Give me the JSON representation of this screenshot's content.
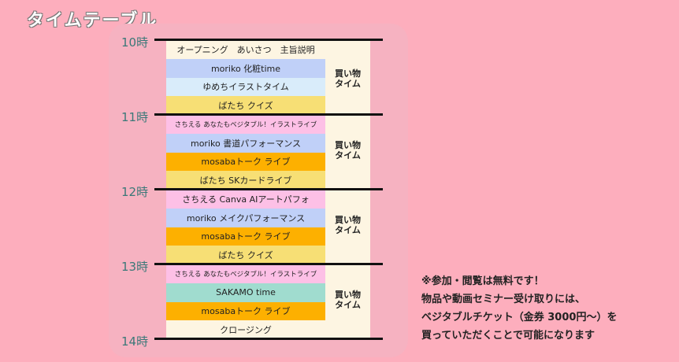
{
  "title": "タイムテーブル",
  "hours": [
    "10時",
    "11時",
    "12時",
    "13時",
    "14時"
  ],
  "shopping_label": [
    "買い物",
    "タイム"
  ],
  "rows": [
    {
      "label": "オープニング　あいさつ　主旨説明",
      "color": "#fdf5e2"
    },
    {
      "label": "moriko 化粧time",
      "color": "#c0d0f8"
    },
    {
      "label": "ゆめちイラストタイム",
      "color": "#d9ecfa"
    },
    {
      "label": "ばたち クイズ",
      "color": "#f7df75"
    },
    {
      "label": "さちえる あなたもベジタブル！イラストライブ",
      "color": "#fdc0e6",
      "small": true
    },
    {
      "label": "moriko 書道パフォーマンス",
      "color": "#c0d0f8"
    },
    {
      "label": "mosabaトーク ライブ",
      "color": "#fdb000"
    },
    {
      "label": "ばたち SKカードライブ",
      "color": "#f7df75"
    },
    {
      "label": "さちえる Canva AIアートパフォ",
      "color": "#fdc0e6"
    },
    {
      "label": "moriko メイクパフォーマンス",
      "color": "#c0d0f8"
    },
    {
      "label": "mosabaトーク ライブ",
      "color": "#fdb000"
    },
    {
      "label": "ばたち クイズ",
      "color": "#f7df75"
    },
    {
      "label": "さちえる あなたもベジタブル！イラストライブ",
      "color": "#fdc0e6",
      "small": true
    },
    {
      "label": "SAKAMO time",
      "color": "#a0dccf"
    },
    {
      "label": "mosabaトーク ライブ",
      "color": "#fdb000"
    },
    {
      "label": "クロージング",
      "color": "#fdf5e2"
    }
  ],
  "notes": [
    "※参加・閲覧は無料です！",
    "物品や動画セミナー受け取りには、",
    "ベジタブルチケット（金券 3000円〜）を",
    "買っていただくことで可能になります"
  ]
}
